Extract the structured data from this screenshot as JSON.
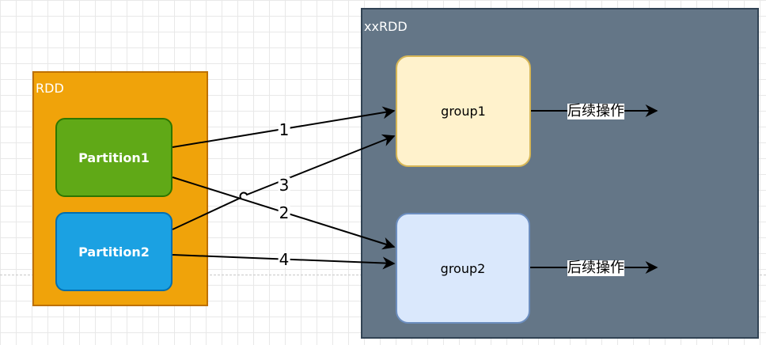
{
  "containers": {
    "rdd_title": "RDD",
    "xxrdd_title": "xxRDD"
  },
  "nodes": {
    "partition1": "Partition1",
    "partition2": "Partition2",
    "group1": "group1",
    "group2": "group2"
  },
  "edges": {
    "e1": "1",
    "e2": "2",
    "e3": "3",
    "e4": "4"
  },
  "followups": {
    "group1_next": "后续操作",
    "group2_next": "后续操作"
  },
  "colors": {
    "rdd_fill": "#f0a30a",
    "xxrdd_fill": "#647687",
    "partition1_fill": "#60a917",
    "partition2_fill": "#1ba1e2",
    "group1_fill": "#fff2cc",
    "group2_fill": "#dae8fc"
  }
}
